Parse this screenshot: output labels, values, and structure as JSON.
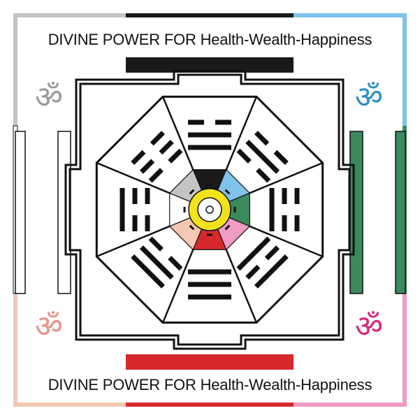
{
  "captions": {
    "top": "DIVINE POWER FOR Health-Wealth-Happiness",
    "bottom": "DIVINE POWER FOR Health-Wealth-Happiness"
  },
  "om_symbols": [
    {
      "corner": "top-left",
      "glyph": "ॐ",
      "color": "#9a9a9a"
    },
    {
      "corner": "top-right",
      "glyph": "ॐ",
      "color": "#2f8fc8"
    },
    {
      "corner": "bottom-left",
      "glyph": "ॐ",
      "color": "#e8928a"
    },
    {
      "corner": "bottom-right",
      "glyph": "ॐ",
      "color": "#d6287a"
    }
  ],
  "colors": {
    "top": "#1a1a1a",
    "top_right": "#7fc3ec",
    "right": "#3a8a5c",
    "bottom_right": "#ef9bc4",
    "bottom": "#d7282c",
    "bottom_left": "#f4c8b2",
    "left": "#ffffff",
    "top_left": "#c4c4c4",
    "center_ring": "#f2e21c",
    "line": "#111111"
  },
  "trigrams": [
    {
      "direction": "top",
      "lines": [
        [
          1,
          0
        ],
        [
          1,
          1
        ],
        [
          1,
          1
        ]
      ]
    },
    {
      "direction": "top-right",
      "lines": [
        [
          1,
          0
        ],
        [
          1,
          1
        ],
        [
          1,
          0
        ]
      ]
    },
    {
      "direction": "right",
      "lines": [
        [
          1,
          0
        ],
        [
          1,
          0
        ],
        [
          1,
          1
        ]
      ]
    },
    {
      "direction": "bottom-right",
      "lines": [
        [
          1,
          1
        ],
        [
          1,
          0
        ],
        [
          1,
          1
        ]
      ]
    },
    {
      "direction": "bottom",
      "lines": [
        [
          1,
          1
        ],
        [
          1,
          1
        ],
        [
          1,
          1
        ]
      ]
    },
    {
      "direction": "bottom-left",
      "lines": [
        [
          1,
          1
        ],
        [
          1,
          1
        ],
        [
          1,
          0
        ]
      ]
    },
    {
      "direction": "left",
      "lines": [
        [
          1,
          1
        ],
        [
          1,
          0
        ],
        [
          1,
          0
        ]
      ]
    },
    {
      "direction": "top-left",
      "lines": [
        [
          1,
          0
        ],
        [
          1,
          0
        ],
        [
          1,
          0
        ]
      ]
    }
  ]
}
